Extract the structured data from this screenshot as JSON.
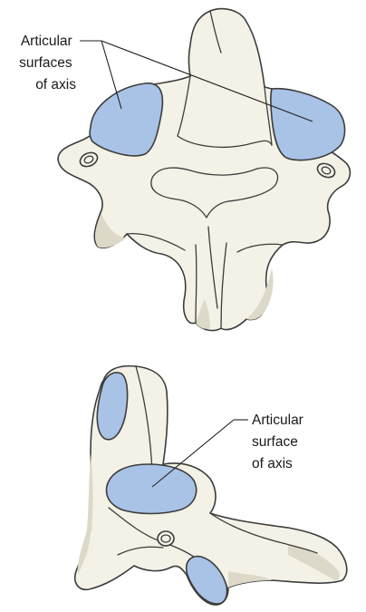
{
  "labels": {
    "top": [
      "Articular",
      "surfaces",
      "of axis"
    ],
    "bottom": [
      "Articular",
      "surface",
      "of axis"
    ]
  },
  "colors": {
    "articular_surface": "#a9c3e6",
    "bone": "#f4f2e6",
    "outline": "#3c3c3c"
  }
}
